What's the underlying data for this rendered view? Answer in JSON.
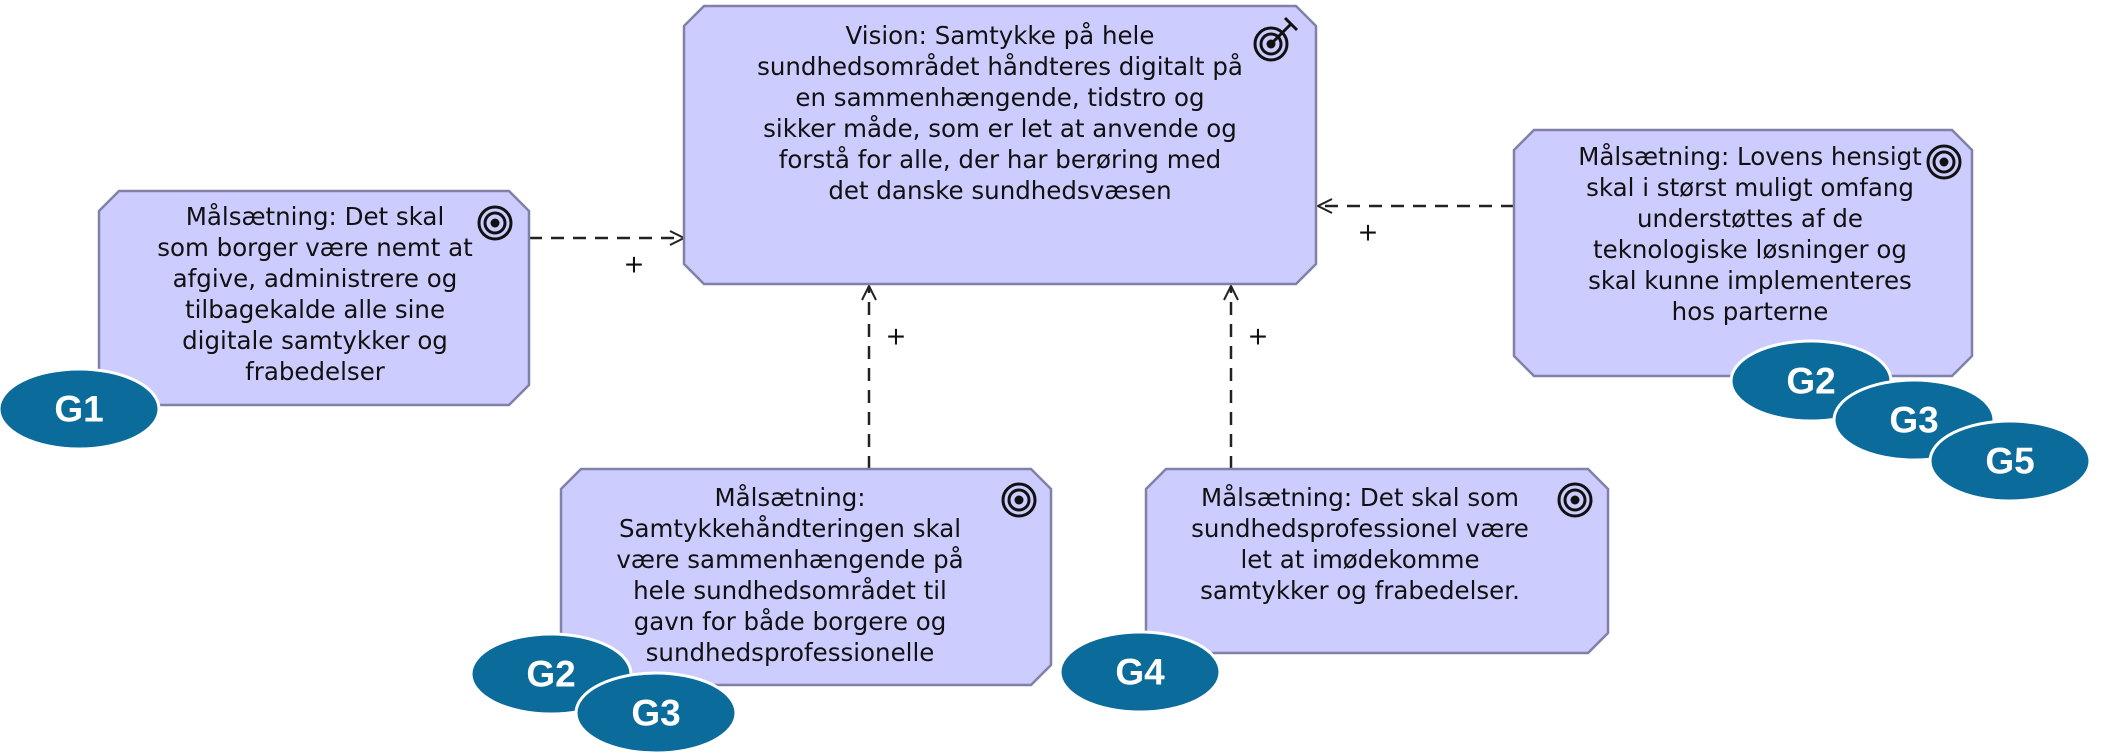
{
  "nodes": {
    "vision": {
      "lines": [
        "Vision: Samtykke på hele",
        "sundhedsområdet håndteres digitalt på",
        "en sammenhængende, tidstro og",
        "sikker måde, som er let at anvende og",
        "forstå for alle, der har berøring med",
        "det danske sundhedsvæsen"
      ],
      "icon": "goal-arrow-target-icon",
      "badges": []
    },
    "goal_citizen": {
      "lines": [
        "Målsætning: Det skal",
        "som borger være nemt at",
        "afgive, administrere og",
        "tilbagekalde alle sine",
        "digitale samtykker og",
        "frabedelser"
      ],
      "icon": "target-icon",
      "badges": [
        "G1"
      ]
    },
    "goal_law": {
      "lines": [
        "Målsætning: Lovens hensigt",
        "skal i størst muligt omfang",
        "understøttes af de",
        "teknologiske løsninger og",
        "skal kunne implementeres",
        "hos parterne"
      ],
      "icon": "target-icon",
      "badges": [
        "G2",
        "G3",
        "G5"
      ]
    },
    "goal_coherent": {
      "lines": [
        "Målsætning:",
        "Samtykkehåndteringen skal",
        "være sammenhængende på",
        "hele sundhedsområdet til",
        "gavn for både borgere og",
        "sundhedsprofessionelle"
      ],
      "icon": "target-icon",
      "badges": [
        "G2",
        "G3"
      ]
    },
    "goal_professional": {
      "lines": [
        "Målsætning: Det skal som",
        "sundhedsprofessionel være",
        "let at imødekomme",
        "samtykker og frabedelser."
      ],
      "icon": "target-icon",
      "badges": [
        "G4"
      ]
    }
  },
  "relations": [
    {
      "from": "goal_citizen",
      "to": "vision",
      "label": "+"
    },
    {
      "from": "goal_coherent",
      "to": "vision",
      "label": "+"
    },
    {
      "from": "goal_professional",
      "to": "vision",
      "label": "+"
    },
    {
      "from": "goal_law",
      "to": "vision",
      "label": "+"
    }
  ],
  "colors": {
    "node_fill": "#ccccff",
    "node_stroke": "#8080a8",
    "badge_fill": "#0b6b9b",
    "badge_stroke": "#ffffff",
    "edge": "#222222"
  }
}
